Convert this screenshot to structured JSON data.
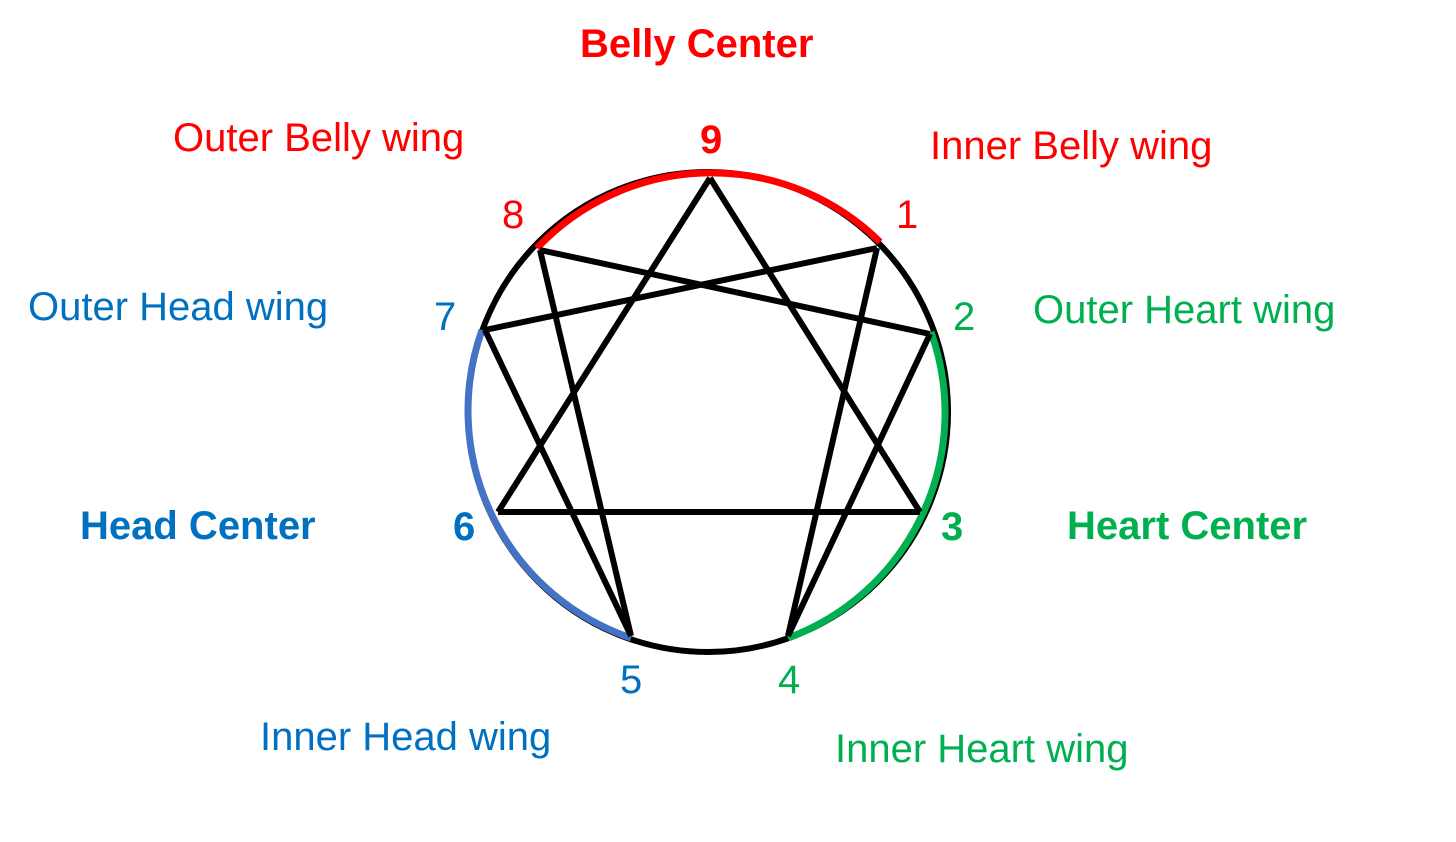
{
  "colors": {
    "belly": "#ff0000",
    "head": "#0070c0",
    "head_arc": "#4472c4",
    "heart": "#00b050",
    "lines": "#000000"
  },
  "centers": {
    "belly": "Belly Center",
    "head": "Head Center",
    "heart": "Heart Center"
  },
  "wings": {
    "outer_belly": "Outer Belly wing",
    "inner_belly": "Inner Belly wing",
    "outer_head": "Outer Head wing",
    "inner_head": "Inner Head wing",
    "outer_heart": "Outer Heart wing",
    "inner_heart": "Inner Heart wing"
  },
  "points": {
    "p1": "1",
    "p2": "2",
    "p3": "3",
    "p4": "4",
    "p5": "5",
    "p6": "6",
    "p7": "7",
    "p8": "8",
    "p9": "9"
  },
  "connections": [
    [
      "9",
      "3"
    ],
    [
      "3",
      "6"
    ],
    [
      "6",
      "9"
    ],
    [
      "1",
      "4"
    ],
    [
      "4",
      "2"
    ],
    [
      "2",
      "8"
    ],
    [
      "8",
      "5"
    ],
    [
      "5",
      "7"
    ],
    [
      "7",
      "1"
    ]
  ]
}
